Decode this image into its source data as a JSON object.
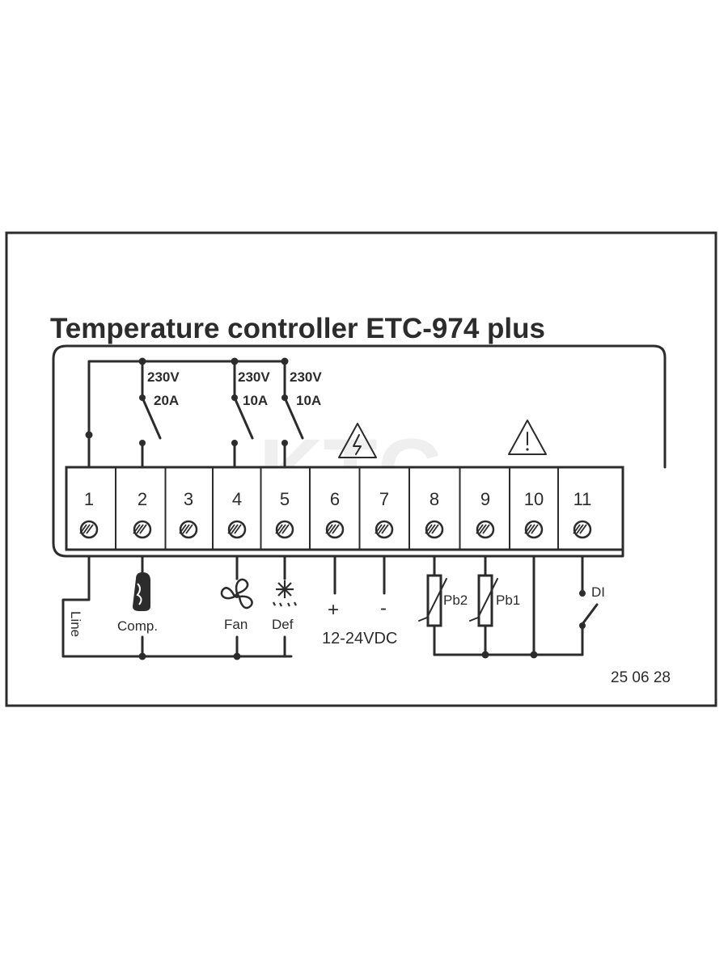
{
  "label": {
    "title": "Temperature controller ETC-974 plus",
    "date_code": "25 06 28",
    "watermark": "KTC"
  },
  "terminals": [
    "1",
    "2",
    "3",
    "4",
    "5",
    "6",
    "7",
    "8",
    "9",
    "10",
    "11"
  ],
  "relays": [
    {
      "voltage": "230V",
      "current": "20A"
    },
    {
      "voltage": "230V",
      "current": "10A"
    },
    {
      "voltage": "230V",
      "current": "10A"
    }
  ],
  "loads": {
    "line": "Line",
    "compressor": "Comp.",
    "fan": "Fan",
    "defrost": "Def"
  },
  "power": {
    "plus": "+",
    "minus": "-",
    "voltage": "12-24VDC"
  },
  "probes": {
    "pb2": "Pb2",
    "pb1": "Pb1",
    "digital_input": "DI"
  },
  "icons": {
    "hazard": "electrical-hazard-icon",
    "warning": "warning-icon",
    "compressor": "compressor-icon",
    "fan": "fan-icon",
    "defrost": "defrost-icon"
  }
}
